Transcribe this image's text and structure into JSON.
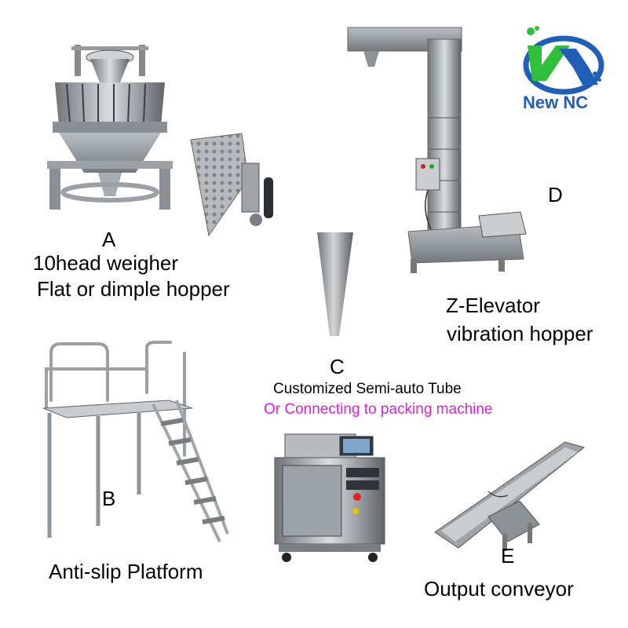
{
  "logo": {
    "text": "New NC",
    "colors": {
      "green": "#2fbf3a",
      "blue": "#1f5fb8"
    }
  },
  "sections": {
    "a": {
      "letter": "A",
      "line1": "10head weigher",
      "line2": "Flat or dimple hopper"
    },
    "b": {
      "letter": "B",
      "caption": "Anti-slip Platform"
    },
    "c": {
      "letter": "C",
      "line1": "Customized Semi-auto Tube",
      "line2": "Or Connecting to packing machine",
      "line2_color": "#e01ee0"
    },
    "d": {
      "letter": "D",
      "line1": "Z-Elevator",
      "line2": "vibration hopper"
    },
    "e": {
      "letter": "E",
      "caption": "Output conveyor"
    }
  }
}
